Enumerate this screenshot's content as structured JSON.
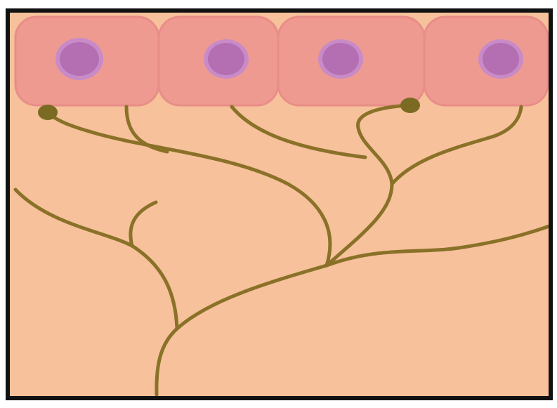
{
  "diagram": {
    "colors": {
      "tissue": "#f6c19b",
      "cell": "#ef9a91",
      "cell_border": "#e88d87",
      "nucleus": "#b46fb3",
      "nucleus_halo": "#c98bc7",
      "nerve_fiber": "#8a7128",
      "nerve_ending": "#7a6a22",
      "frame": "#111111"
    },
    "cells": [
      {
        "shape": "cell",
        "has_nucleus": true
      },
      {
        "shape": "cell",
        "has_nucleus": true
      },
      {
        "shape": "cell",
        "has_nucleus": true
      },
      {
        "shape": "cell",
        "has_nucleus": true
      }
    ],
    "nerve_endings": [
      {
        "type": "knob"
      },
      {
        "type": "knob"
      }
    ]
  }
}
